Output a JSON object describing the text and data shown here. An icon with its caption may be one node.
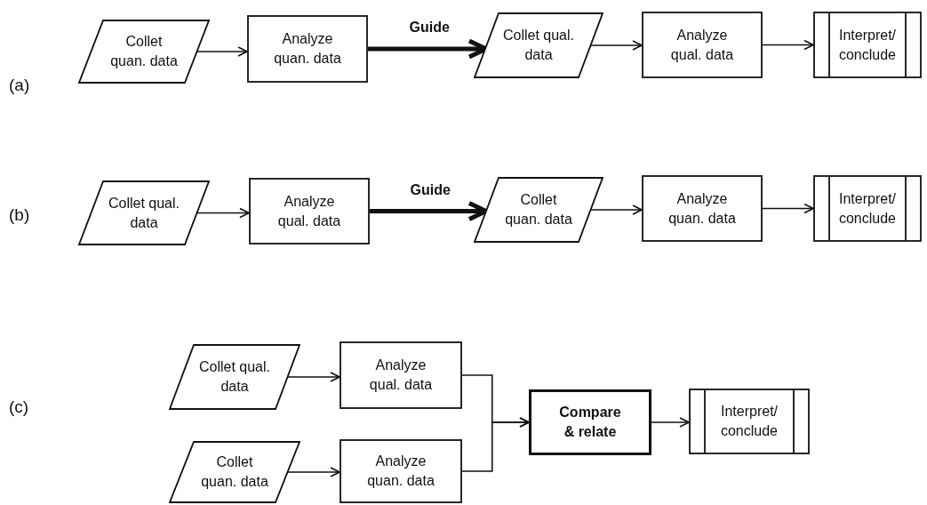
{
  "diagram": {
    "nodes": [
      {
        "text": [
          "Collet quan. data"
        ]
      },
      {
        "text": [
          "Analyze quan. data"
        ]
      },
      {
        "text": [
          "Collet qual. data"
        ]
      },
      {
        "text": [
          "Analyze qual. data"
        ]
      },
      {
        "text": [
          "Interpret/ conclude"
        ]
      },
      {
        "text": [
          "Collet qual. data"
        ]
      },
      {
        "text": [
          "Analyze qual. data"
        ]
      },
      {
        "text": [
          "Collet quan. data"
        ]
      },
      {
        "text": [
          "Analyze quan. data"
        ]
      },
      {
        "text": [
          "Interpret/ conclude"
        ]
      },
      {
        "text": [
          "Collet qual. data"
        ]
      },
      {
        "text": [
          "Analyze qual. data"
        ]
      },
      {
        "text": [
          "Collet quan. data"
        ]
      },
      {
        "text": [
          "Analyze quan. data"
        ]
      },
      {
        "text": [
          "Compare & relate"
        ]
      },
      {
        "text": [
          "Interpret/ conclude"
        ]
      }
    ],
    "edges": [
      {
        "from": 0,
        "to": 1,
        "arrow": "to"
      },
      {
        "from": 1,
        "to": 2,
        "arrow": "to",
        "label": "Guide",
        "style": "thick"
      },
      {
        "from": 2,
        "to": 3,
        "arrow": "to"
      },
      {
        "from": 3,
        "to": 4,
        "arrow": "to"
      },
      {
        "from": 5,
        "to": 6,
        "arrow": "to"
      },
      {
        "from": 6,
        "to": 7,
        "arrow": "to",
        "label": "Guide",
        "style": "thick"
      },
      {
        "from": 7,
        "to": 8,
        "arrow": "to"
      },
      {
        "from": 8,
        "to": 9,
        "arrow": "to"
      },
      {
        "from": 10,
        "to": 11,
        "arrow": "to"
      },
      {
        "from": 12,
        "to": 13,
        "arrow": "to"
      },
      {
        "from": 11,
        "to": 14,
        "arrow": "to"
      },
      {
        "from": 13,
        "to": 14,
        "arrow": "to"
      },
      {
        "from": 14,
        "to": 15,
        "arrow": "to"
      }
    ],
    "labels": [
      "(a)",
      "(b)",
      "(c)"
    ]
  }
}
